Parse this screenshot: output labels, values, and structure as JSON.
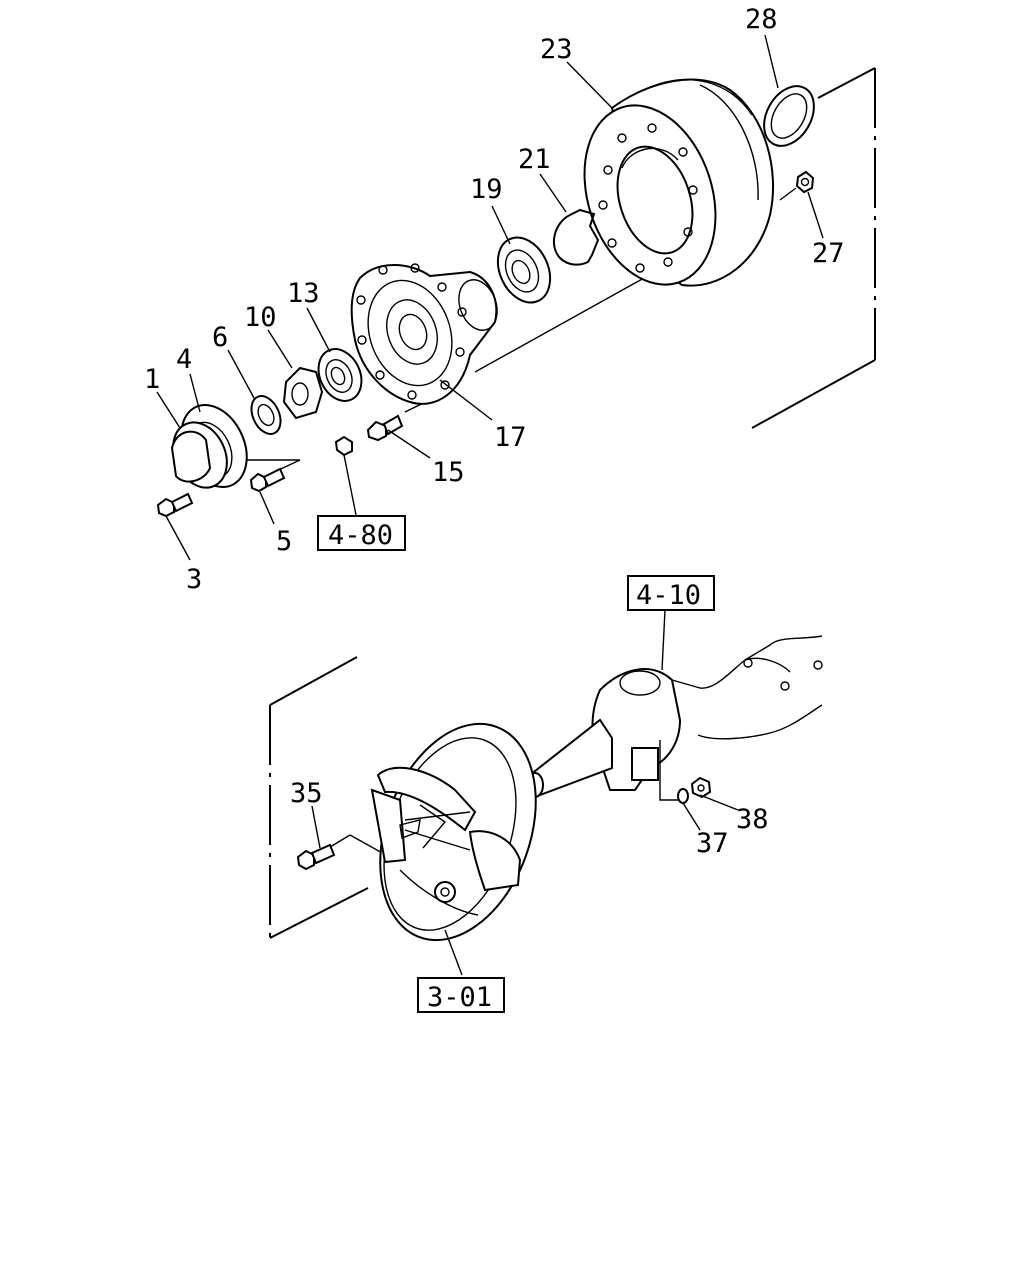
{
  "callouts": {
    "c1": "1",
    "c3": "3",
    "c4": "4",
    "c5": "5",
    "c6": "6",
    "c10": "10",
    "c13": "13",
    "c15": "15",
    "c17": "17",
    "c19": "19",
    "c21": "21",
    "c23": "23",
    "c27": "27",
    "c28": "28",
    "c35": "35",
    "c37": "37",
    "c38": "38"
  },
  "references": {
    "ref_4_80": "4-80",
    "ref_4_10": "4-10",
    "ref_3_01": "3-01"
  }
}
